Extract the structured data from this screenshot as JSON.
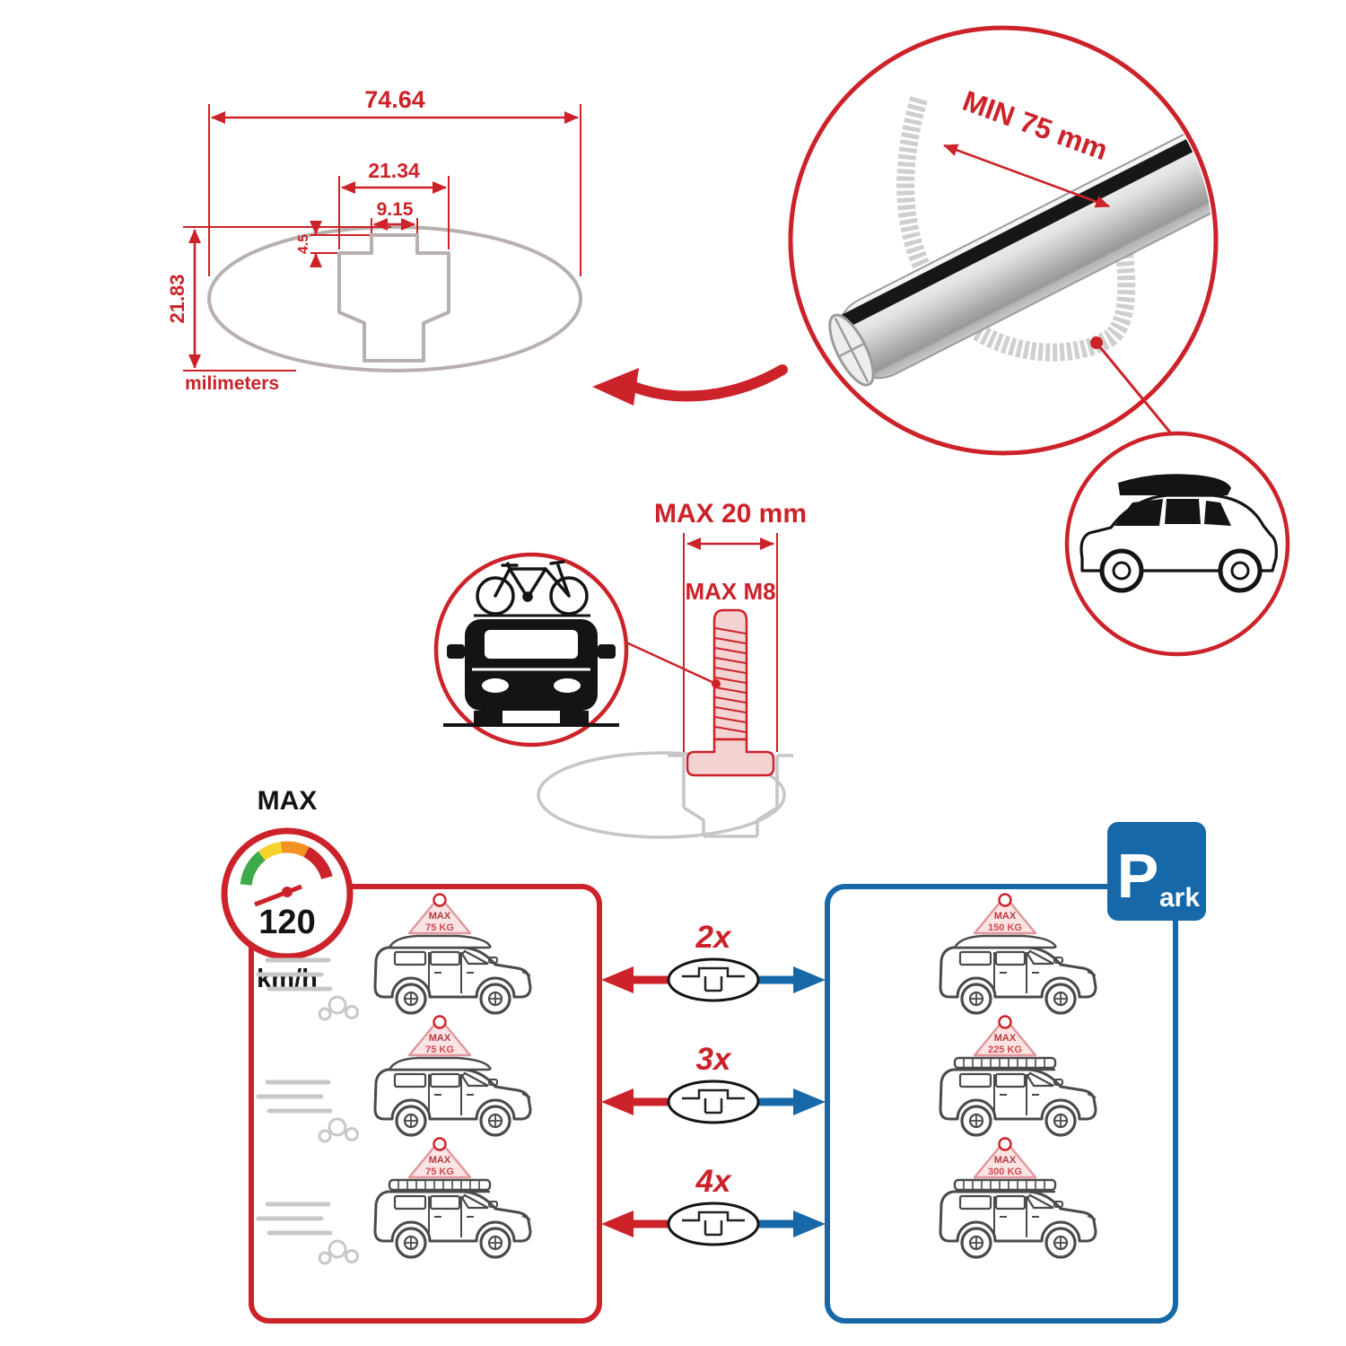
{
  "colors": {
    "accent_red": "#cc2229",
    "accent_blue": "#1668a8",
    "gauge_green": "#3faa49",
    "gauge_yellow": "#f6d32b",
    "gauge_orange": "#f29222"
  },
  "cross_section": {
    "total_width": "74.64",
    "slot_outer_width": "21.34",
    "slot_inner_width": "9.15",
    "lip_depth": "4.5",
    "total_height": "21.83",
    "units": "milimeters"
  },
  "bar_closeup": {
    "min_clamp_span": "MIN 75 mm"
  },
  "bolt_spec": {
    "max_head_width": "MAX 20 mm",
    "max_thread": "MAX M8"
  },
  "speed_limit": {
    "label": "MAX",
    "value": "120",
    "units": "km/h"
  },
  "park_sign": {
    "initial": "P",
    "rest": "ark"
  },
  "load_rows": [
    {
      "multiplier": "2x",
      "driving": {
        "label": "MAX",
        "value": "75 KG"
      },
      "parked": {
        "label": "MAX",
        "value": "150 KG"
      }
    },
    {
      "multiplier": "3x",
      "driving": {
        "label": "MAX",
        "value": "75 KG"
      },
      "parked": {
        "label": "MAX",
        "value": "225 KG"
      }
    },
    {
      "multiplier": "4x",
      "driving": {
        "label": "MAX",
        "value": "75 KG"
      },
      "parked": {
        "label": "MAX",
        "value": "300 KG"
      }
    }
  ]
}
